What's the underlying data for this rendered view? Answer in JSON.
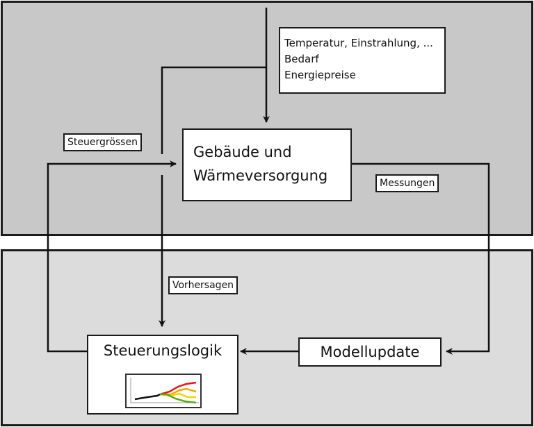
{
  "panels": {
    "top": {
      "fill": "#c8c8c8"
    },
    "bottom": {
      "fill": "#dcdcdc"
    }
  },
  "inputs_box": {
    "lines": [
      "Temperatur, Einstrahlung, ...",
      "Bedarf",
      "Energiepreise"
    ]
  },
  "nodes": {
    "building": {
      "line1": "Gebäude und",
      "line2": "Wärmeversorgung"
    },
    "control": {
      "label": "Steuerungslogik"
    },
    "model_update": {
      "label": "Modellupdate"
    }
  },
  "edge_labels": {
    "control_variables": "Steuergrössen",
    "measurements": "Messungen",
    "forecasts": "Vorhersagen"
  },
  "forecast_icon": {
    "colors": {
      "history": "#111111",
      "high": "#e8121b",
      "mid_high": "#f5a800",
      "mid_low": "#f2d400",
      "low": "#5aaa12"
    }
  }
}
